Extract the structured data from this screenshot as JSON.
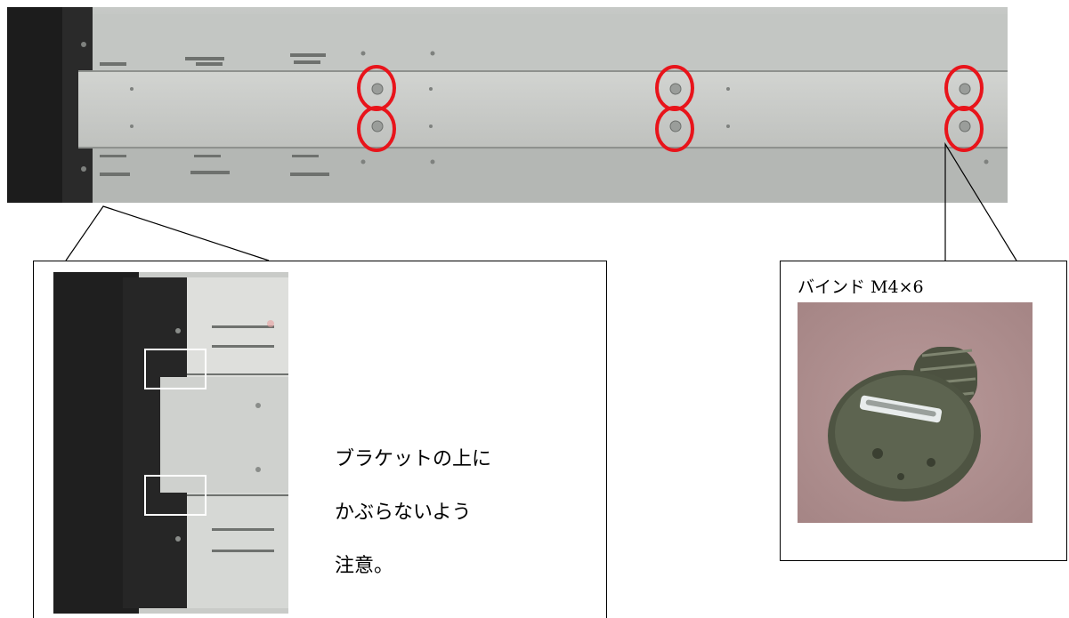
{
  "left_callout": {
    "caption_lines": [
      "ブラケットの上に",
      "かぶらないよう",
      "注意。"
    ]
  },
  "right_callout": {
    "label": "バインド M4×6"
  },
  "colors": {
    "highlight_circle": "#e8141b",
    "highlight_box": "#ffffff",
    "rail_metal": "#b9bcb9",
    "frame_black": "#1c1c1c"
  }
}
